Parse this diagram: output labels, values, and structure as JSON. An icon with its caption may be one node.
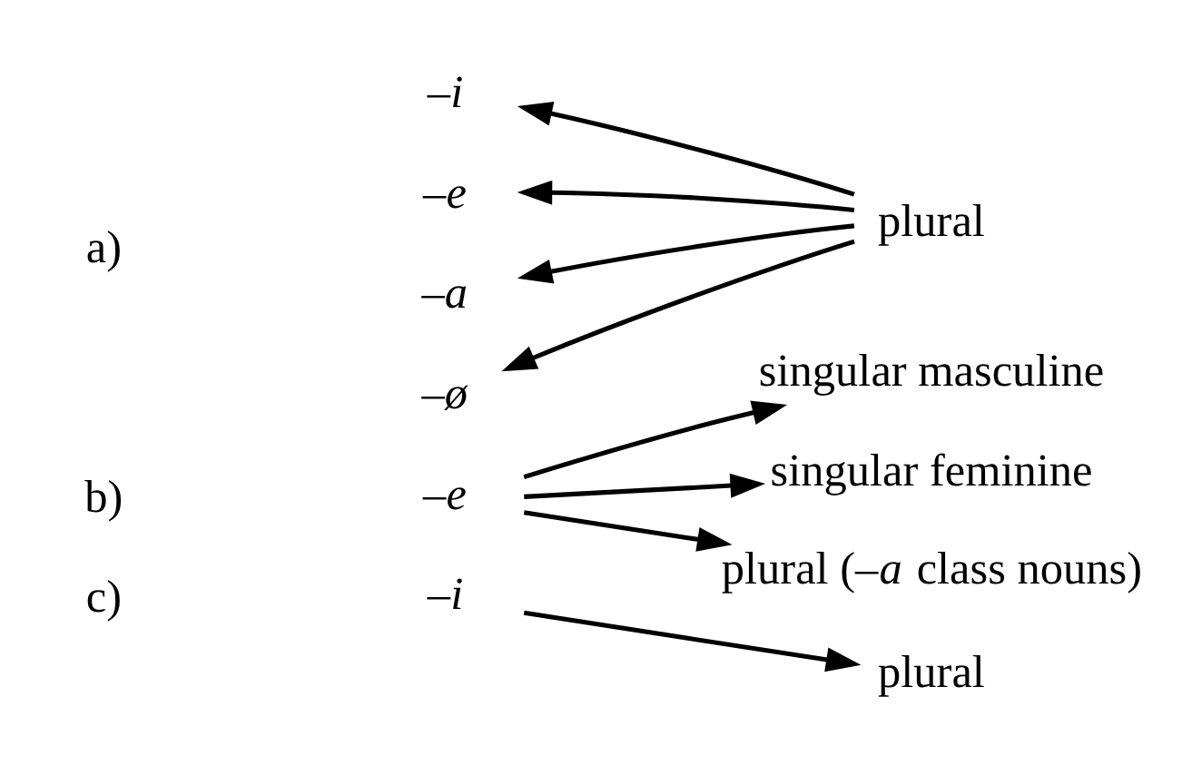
{
  "diagram": {
    "nodes": [
      {
        "text": [
          "–i"
        ]
      },
      {
        "text": [
          "–e"
        ]
      },
      {
        "text": [
          "–a"
        ]
      },
      {
        "text": [
          "–ø"
        ]
      },
      {
        "text": [
          "plural"
        ]
      },
      {
        "text": [
          "–e"
        ]
      },
      {
        "text": [
          "singular masculine"
        ]
      },
      {
        "text": [
          "singular feminine"
        ]
      },
      {
        "text": [
          "plural (–*a* class nouns)"
        ]
      },
      {
        "text": [
          "–i"
        ]
      },
      {
        "text": [
          "plural"
        ]
      }
    ],
    "edges": [
      {
        "from": 4,
        "to": 0,
        "arrow": "to"
      },
      {
        "from": 4,
        "to": 1,
        "arrow": "to"
      },
      {
        "from": 4,
        "to": 2,
        "arrow": "to"
      },
      {
        "from": 4,
        "to": 3,
        "arrow": "to"
      },
      {
        "from": 5,
        "to": 6,
        "arrow": "to"
      },
      {
        "from": 5,
        "to": 7,
        "arrow": "to"
      },
      {
        "from": 5,
        "to": 8,
        "arrow": "to"
      },
      {
        "from": 9,
        "to": 10,
        "arrow": "to"
      }
    ],
    "labels": [
      "a)",
      "b)",
      "c)"
    ]
  }
}
